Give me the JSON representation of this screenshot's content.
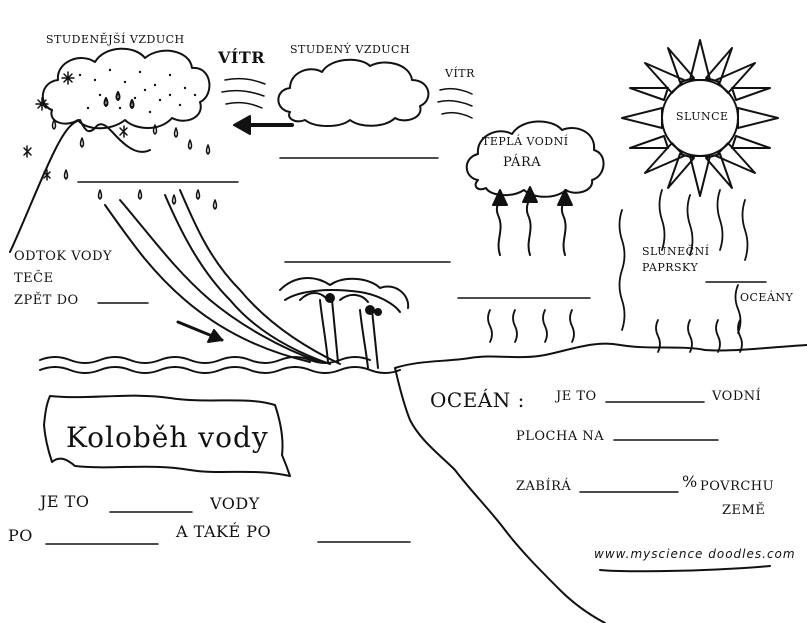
{
  "labels": {
    "colder_air": "STUDENĚJŠÍ VZDUCH",
    "wind_left": "VÍTR",
    "cold_air": "STUDENÝ VZDUCH",
    "wind_right": "VÍTR",
    "warm_vapor_line1": "TEPLÁ VODNÍ",
    "warm_vapor_line2": "PÁRA",
    "sun": "SLUNCE",
    "sun_rays_line1": "SLUNEČNÍ",
    "sun_rays_line2": "PAPRSKY",
    "oceans": "OCEÁNY",
    "runoff_line1": "ODTOK VODY",
    "runoff_line2": "TEČE",
    "runoff_line3": "ZPĚT DO",
    "ocean_heading": "OCEÁN :",
    "ocean_q1_a": "JE TO",
    "ocean_q1_b": "VODNÍ",
    "ocean_q2": "PLOCHA NA",
    "ocean_q3_a": "ZABÍRÁ",
    "ocean_q3_percent": "%",
    "ocean_q3_b": "POVRCHU",
    "ocean_q3_c": "ZEMĚ",
    "title": "Koloběh vody",
    "cycle_q_a": "JE TO",
    "cycle_q_b": "VODY",
    "cycle_q_c": "PO",
    "cycle_q_d": "A TAKÉ PO",
    "website": "www.myscience doodles.com"
  },
  "colors": {
    "ink": "#111111",
    "paper": "#ffffff"
  }
}
